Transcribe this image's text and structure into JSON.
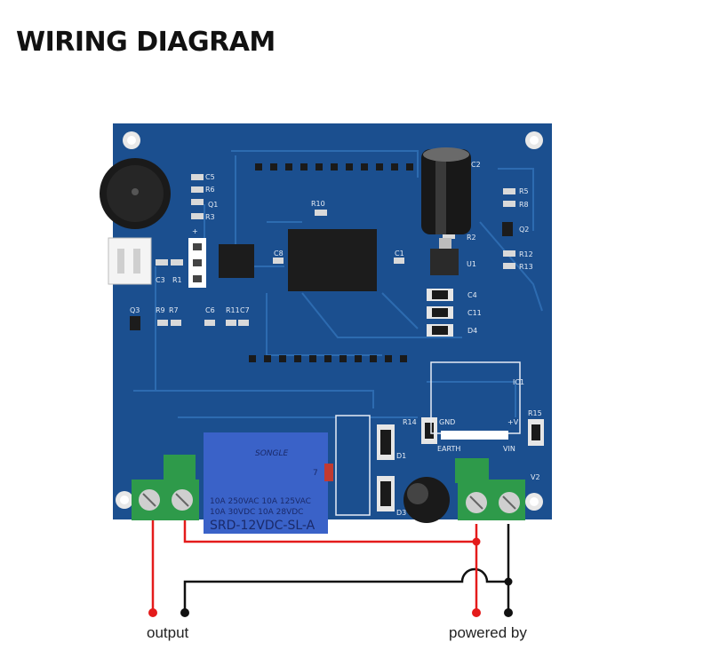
{
  "title": "WIRING DIAGRAM",
  "labels": {
    "output": "output",
    "powered_by": "powered by"
  },
  "relay": {
    "brand": "SONGLE",
    "line1": "10A 250VAC  10A 125VAC",
    "line2": "10A  30VDC  10A  28VDC",
    "model": "SRD-12VDC-SL-A",
    "cert": "7"
  },
  "silkscreen": {
    "c5": "C5",
    "r6": "R6",
    "q1": "Q1",
    "r3": "R3",
    "r10": "R10",
    "c2": "C2",
    "r5": "R5",
    "r8": "R8",
    "q2": "Q2",
    "r2": "R2",
    "u1": "U1",
    "r12": "R12",
    "r13": "R13",
    "c3": "C3",
    "r1": "R1",
    "c8": "C8",
    "c1": "C1",
    "c4": "C4",
    "c11": "C11",
    "d4": "D4",
    "q3": "Q3",
    "r9": "R9",
    "r7": "R7",
    "c6": "C6",
    "r11": "R11",
    "c7": "C7",
    "ic1": "IC1",
    "r14": "R14",
    "gnd": "GND",
    "plusv": "+V",
    "r15": "R15",
    "earth": "EARTH",
    "vin": "VIN",
    "d1": "D1",
    "d3": "D3",
    "v2": "V2",
    "plus": "+"
  },
  "colors": {
    "board": "#1b4f8f",
    "terminal": "#2e9a4a",
    "relay": "#3a62c8",
    "wire_red": "#e41b1b",
    "wire_black": "#111111"
  }
}
